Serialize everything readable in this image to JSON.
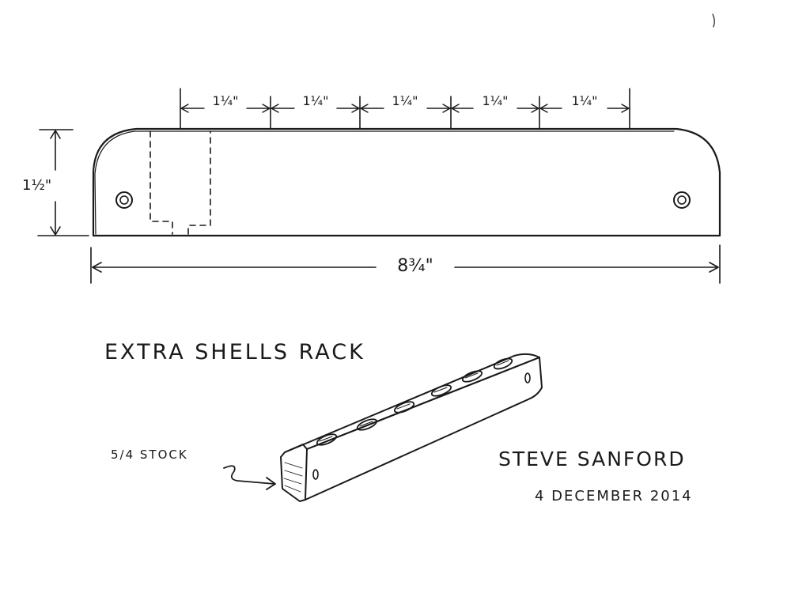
{
  "title": "EXTRA SHELLS RACK",
  "dimensions": {
    "spacing_labels": [
      "1¼\"",
      "1¼\"",
      "1¼\"",
      "1¼\"",
      "1¼\""
    ],
    "height_label": "1½\"",
    "length_label": "8¾\""
  },
  "stock_label": "5/4 STOCK",
  "author": "STEVE SANFORD",
  "date": "4 DECEMBER 2014"
}
